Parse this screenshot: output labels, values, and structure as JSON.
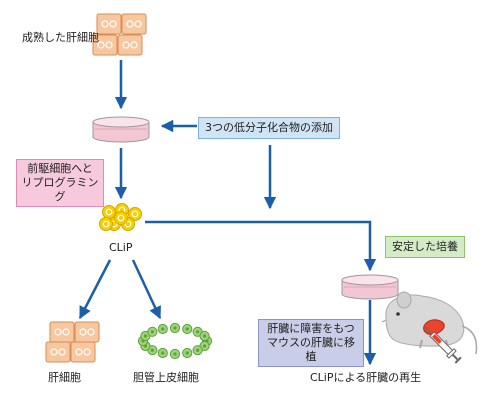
{
  "labels": {
    "mature_hepatocyte": "成熟した肝細胞",
    "small_molecules": "3つの低分子化合物の添加",
    "reprogramming_line1": "前駆細胞へと",
    "reprogramming_line2": "リプログラミング",
    "clip": "CLiP",
    "stable_culture": "安定した培養",
    "hepatocyte": "肝細胞",
    "bile_duct": "胆管上皮細胞",
    "transplant_line1": "肝臓に障害をもつ",
    "transplant_line2": "マウスの肝臓に移植",
    "regeneration": "CLiPによる肝臓の再生"
  },
  "colors": {
    "arrow": "#1a5fa8",
    "cell_fill": "#f7c8a0",
    "cell_stroke": "#d98c55",
    "clip_fill": "#f6d000",
    "clip_stroke": "#d9a400",
    "bile_fill": "#9fd37a",
    "bile_stroke": "#5aa23a",
    "dish_fill": "#f3c6d3",
    "dish_stroke": "#9a9a9a"
  }
}
